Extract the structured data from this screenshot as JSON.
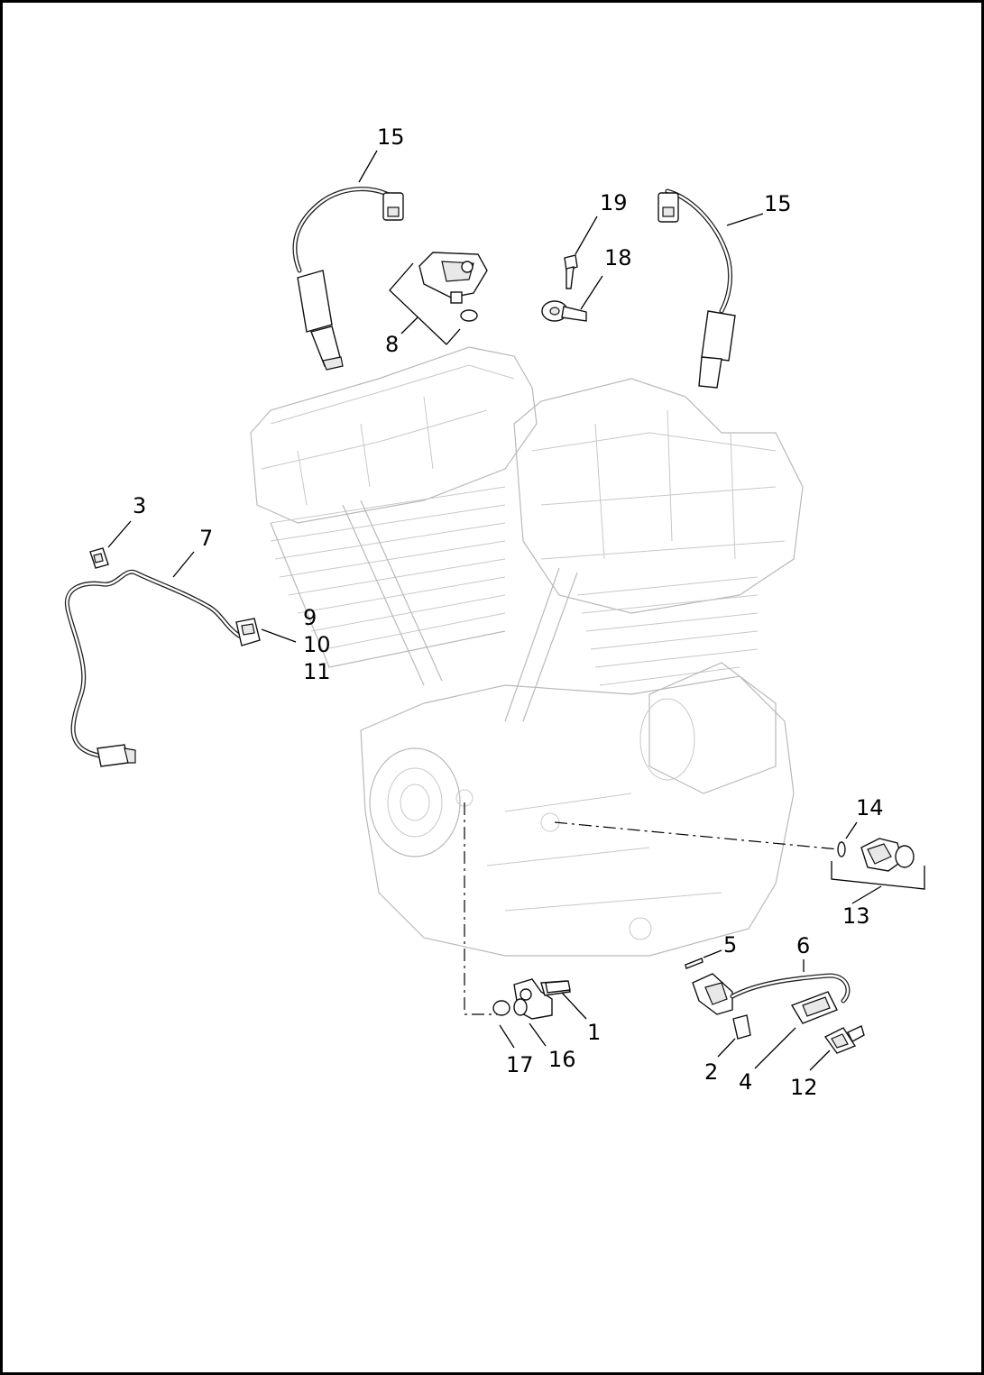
{
  "diagram": {
    "callouts": [
      {
        "id": "c15a",
        "text": "15"
      },
      {
        "id": "c19",
        "text": "19"
      },
      {
        "id": "c18",
        "text": "18"
      },
      {
        "id": "c15b",
        "text": "15"
      },
      {
        "id": "c8",
        "text": "8"
      },
      {
        "id": "c3",
        "text": "3"
      },
      {
        "id": "c7",
        "text": "7"
      },
      {
        "id": "c9",
        "text": "9"
      },
      {
        "id": "c10",
        "text": "10"
      },
      {
        "id": "c11",
        "text": "11"
      },
      {
        "id": "c14",
        "text": "14"
      },
      {
        "id": "c13",
        "text": "13"
      },
      {
        "id": "c5",
        "text": "5"
      },
      {
        "id": "c6",
        "text": "6"
      },
      {
        "id": "c1",
        "text": "1"
      },
      {
        "id": "c17",
        "text": "17"
      },
      {
        "id": "c16",
        "text": "16"
      },
      {
        "id": "c2",
        "text": "2"
      },
      {
        "id": "c4",
        "text": "4"
      },
      {
        "id": "c12",
        "text": "12"
      }
    ]
  }
}
